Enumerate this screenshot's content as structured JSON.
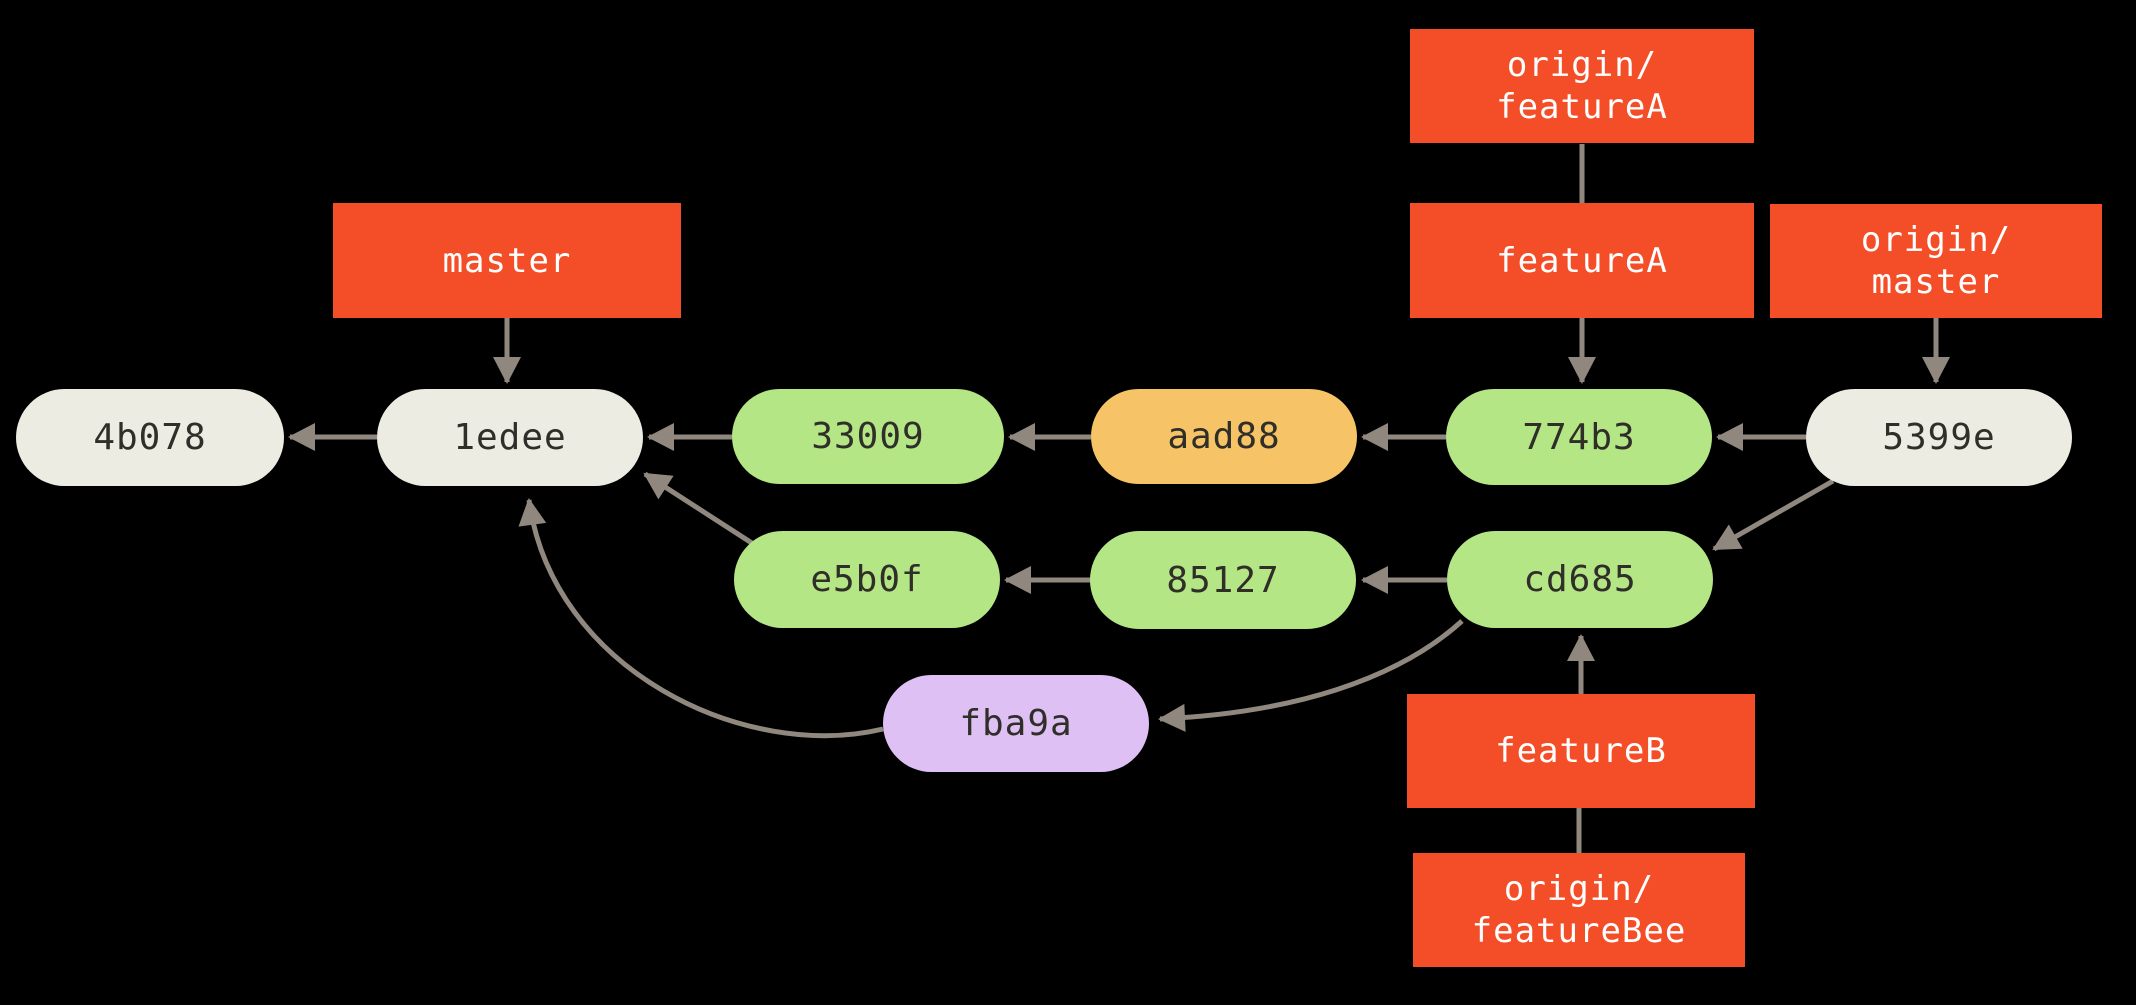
{
  "diagram_type": "git-commit-history-graph",
  "colors": {
    "background": "#000000",
    "branch_red": "#f44e28",
    "commit_neutral": "#edece3",
    "commit_green": "#b4e685",
    "commit_orange": "#f6c466",
    "commit_purple": "#dfc0f4",
    "line": "#90887e",
    "commit_text": "#2f2e28",
    "label_text": "#ffffff"
  },
  "commits": [
    {
      "id": "4b078",
      "tone": "neutral"
    },
    {
      "id": "1edee",
      "tone": "neutral"
    },
    {
      "id": "33009",
      "tone": "green"
    },
    {
      "id": "aad88",
      "tone": "orange"
    },
    {
      "id": "774b3",
      "tone": "green"
    },
    {
      "id": "5399e",
      "tone": "neutral"
    },
    {
      "id": "e5b0f",
      "tone": "green"
    },
    {
      "id": "85127",
      "tone": "green"
    },
    {
      "id": "cd685",
      "tone": "green"
    },
    {
      "id": "fba9a",
      "tone": "purple"
    }
  ],
  "branches": [
    {
      "label": "master"
    },
    {
      "label": "origin/\nfeatureA"
    },
    {
      "label": "featureA"
    },
    {
      "label": "origin/\nmaster"
    },
    {
      "label": "featureB"
    },
    {
      "label": "origin/\nfeatureBee"
    }
  ],
  "edges": [
    {
      "from": "1edee",
      "to": "4b078",
      "style": "arrow"
    },
    {
      "from": "33009",
      "to": "1edee",
      "style": "arrow"
    },
    {
      "from": "aad88",
      "to": "33009",
      "style": "arrow"
    },
    {
      "from": "774b3",
      "to": "aad88",
      "style": "arrow"
    },
    {
      "from": "5399e",
      "to": "774b3",
      "style": "arrow"
    },
    {
      "from": "85127",
      "to": "e5b0f",
      "style": "arrow"
    },
    {
      "from": "cd685",
      "to": "85127",
      "style": "arrow"
    },
    {
      "from": "5399e",
      "to": "cd685",
      "style": "arrow"
    },
    {
      "from": "e5b0f",
      "to": "1edee",
      "style": "arrow"
    },
    {
      "from": "fba9a",
      "to": "1edee",
      "style": "curved-arrow"
    },
    {
      "from": "cd685",
      "to": "fba9a",
      "style": "curved-arrow"
    },
    {
      "from": "master",
      "to": "1edee",
      "style": "arrow"
    },
    {
      "from": "origin/featureA",
      "to": "featureA",
      "style": "line"
    },
    {
      "from": "featureA",
      "to": "774b3",
      "style": "arrow"
    },
    {
      "from": "origin/master",
      "to": "5399e",
      "style": "arrow"
    },
    {
      "from": "featureB",
      "to": "cd685",
      "style": "arrow"
    },
    {
      "from": "origin/featureBee",
      "to": "featureB",
      "style": "line"
    }
  ]
}
